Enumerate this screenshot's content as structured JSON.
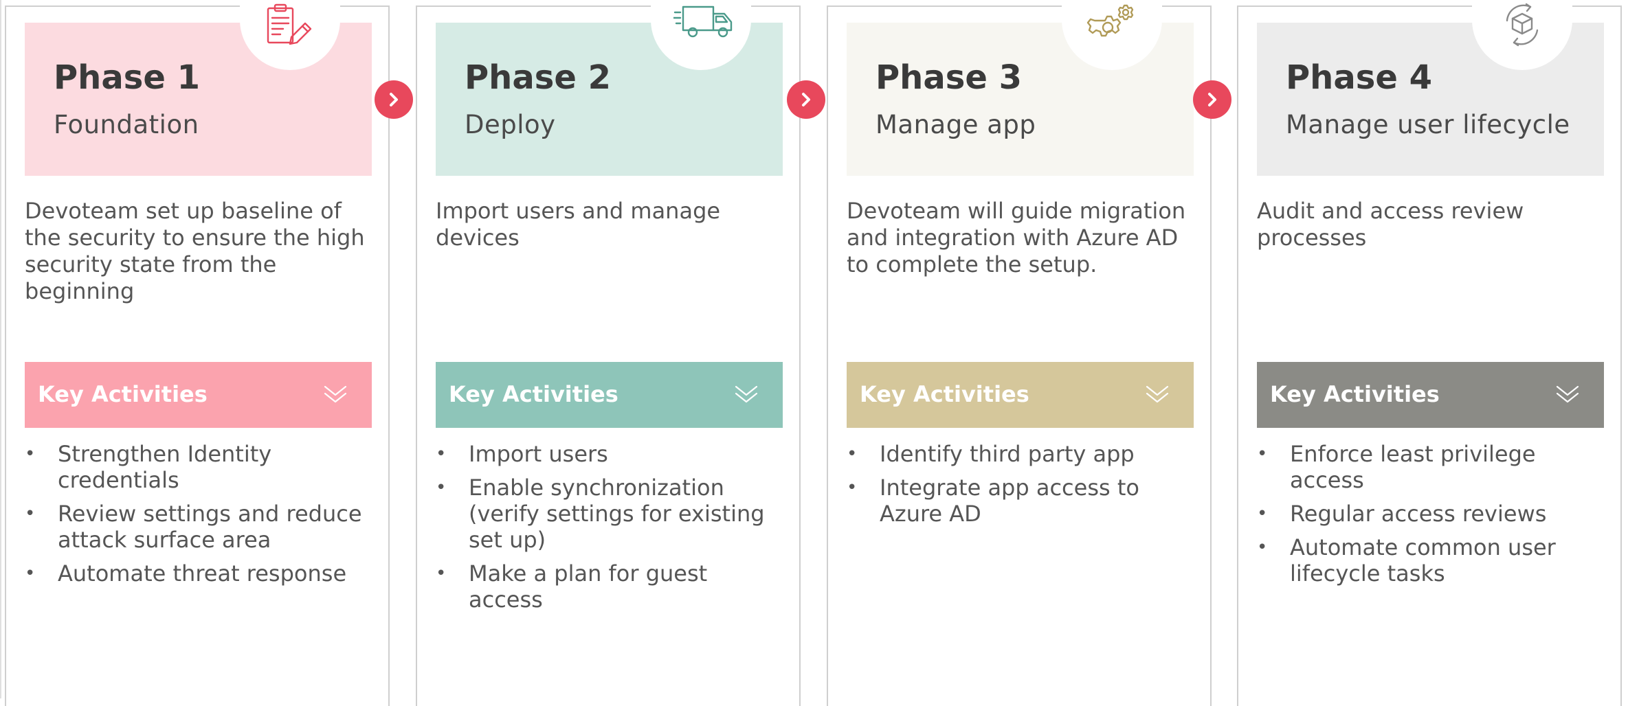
{
  "phases": [
    {
      "title": "Phase 1",
      "subtitle": "Foundation",
      "icon": "clipboard-pen-icon",
      "description": "Devoteam set up baseline of the security to ensure the high security state from the beginning",
      "activities_label": "Key Activities",
      "activities": [
        "Strengthen Identity credentials",
        "Review settings and reduce attack surface area",
        "Automate threat response"
      ],
      "header_color": "#fcdbe0",
      "bar_color": "#fba3ae",
      "icon_color": "#e8485c"
    },
    {
      "title": "Phase 2",
      "subtitle": "Deploy",
      "icon": "delivery-truck-icon",
      "description": "Import users and manage devices",
      "activities_label": "Key Activities",
      "activities": [
        "Import users",
        "Enable synchronization (verify settings for existing set up)",
        "Make a plan for guest access"
      ],
      "header_color": "#d6ebe5",
      "bar_color": "#8ec5b9",
      "icon_color": "#4a9a8a"
    },
    {
      "title": "Phase 3",
      "subtitle": "Manage app",
      "icon": "gears-icon",
      "description": "Devoteam will guide migration and integration with Azure AD to complete the setup.",
      "activities_label": "Key Activities",
      "activities": [
        "Identify third party app",
        "Integrate app access to Azure AD"
      ],
      "header_color": "#f7f6f1",
      "bar_color": "#d5c79b",
      "icon_color": "#b09a56"
    },
    {
      "title": "Phase 4",
      "subtitle": "Manage user lifecycle",
      "icon": "box-cycle-icon",
      "description": "Audit and access review processes",
      "activities_label": "Key Activities",
      "activities": [
        "Enforce least privilege access",
        "Regular access reviews",
        "Automate common user lifecycle tasks"
      ],
      "header_color": "#ececec",
      "bar_color": "#8b8b86",
      "icon_color": "#8a8a8a"
    }
  ],
  "arrow_color": "#e8485c"
}
